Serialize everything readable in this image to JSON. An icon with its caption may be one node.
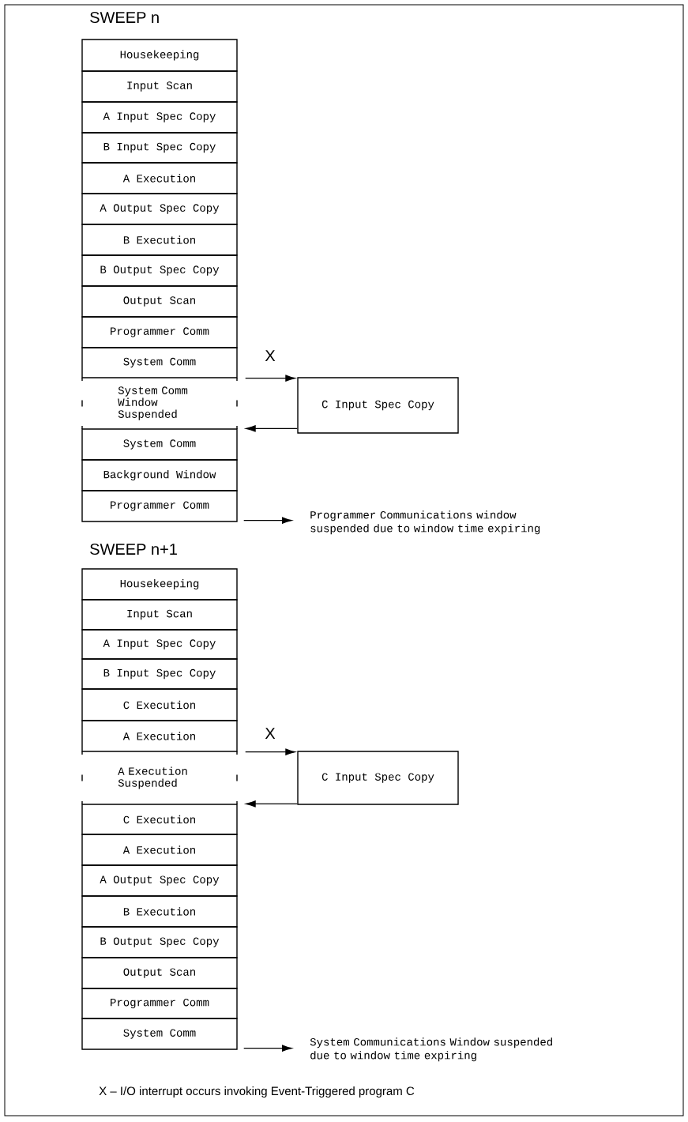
{
  "diagram": {
    "caption": "X – I/O interrupt occurs invoking Event-Triggered program C",
    "nodes": [
      {
        "text": [
          "Housekeeping"
        ]
      },
      {
        "text": [
          "Input Scan"
        ]
      },
      {
        "text": [
          "A Input Spec Copy"
        ]
      },
      {
        "text": [
          "B Input Spec Copy"
        ]
      },
      {
        "text": [
          "A Execution"
        ]
      },
      {
        "text": [
          "A Output Spec Copy"
        ]
      },
      {
        "text": [
          "B Execution"
        ]
      },
      {
        "text": [
          "B Output Spec Copy"
        ]
      },
      {
        "text": [
          "Output Scan"
        ]
      },
      {
        "text": [
          "Programmer Comm"
        ]
      },
      {
        "text": [
          "System Comm"
        ]
      },
      {
        "text": [
          "System Comm Window Suspended"
        ]
      },
      {
        "text": [
          "System Comm"
        ]
      },
      {
        "text": [
          "Background Window"
        ]
      },
      {
        "text": [
          "Programmer Comm"
        ]
      },
      {
        "text": [
          "C Input Spec Copy"
        ]
      },
      {
        "text": [
          "Programmer Communications window suspended due to window time expiring"
        ]
      },
      {
        "text": [
          "Housekeeping"
        ]
      },
      {
        "text": [
          "Input Scan"
        ]
      },
      {
        "text": [
          "A Input Spec Copy"
        ]
      },
      {
        "text": [
          "B Input Spec Copy"
        ]
      },
      {
        "text": [
          "C Execution"
        ]
      },
      {
        "text": [
          "A Execution"
        ]
      },
      {
        "text": [
          "A Execution Suspended"
        ]
      },
      {
        "text": [
          "C Execution"
        ]
      },
      {
        "text": [
          "A Execution"
        ]
      },
      {
        "text": [
          "A Output Spec Copy"
        ]
      },
      {
        "text": [
          "B Execution"
        ]
      },
      {
        "text": [
          "B Output Spec Copy"
        ]
      },
      {
        "text": [
          "Output Scan"
        ]
      },
      {
        "text": [
          "Programmer Comm"
        ]
      },
      {
        "text": [
          "System Comm"
        ]
      },
      {
        "text": [
          "C Input Spec Copy"
        ]
      },
      {
        "text": [
          "System Communications Window suspended due to window time expiring"
        ]
      }
    ],
    "edges": [
      {
        "from": 10,
        "to": 15,
        "arrow": "to"
      },
      {
        "from": 15,
        "to": 12,
        "arrow": "to"
      },
      {
        "from": 14,
        "to": 16,
        "arrow": "to"
      },
      {
        "from": 22,
        "to": 32,
        "arrow": "to"
      },
      {
        "from": 32,
        "to": 24,
        "arrow": "to"
      },
      {
        "from": 31,
        "to": 33,
        "arrow": "to"
      }
    ],
    "labels": [
      "SWEEP n",
      "X",
      "SWEEP n+1",
      "X"
    ]
  }
}
